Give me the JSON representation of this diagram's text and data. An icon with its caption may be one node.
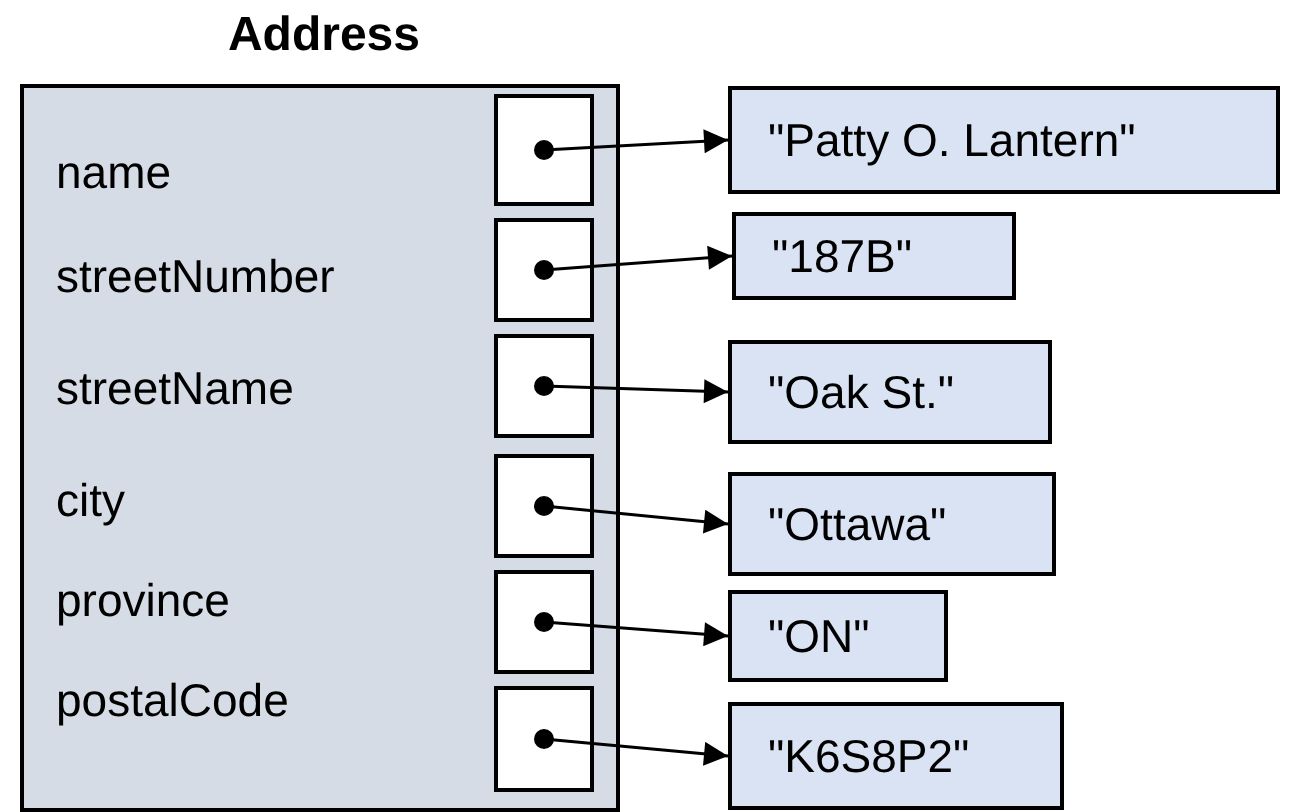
{
  "diagram": {
    "nodes": [
      {
        "text": [
          "Address"
        ]
      },
      {
        "text": [],
        "shape": "box",
        "in": 0
      },
      {
        "text": [],
        "shape": "box",
        "in": 0
      },
      {
        "text": [],
        "shape": "box",
        "in": 0
      },
      {
        "text": [],
        "shape": "box",
        "in": 0
      },
      {
        "text": [],
        "shape": "box",
        "in": 0
      },
      {
        "text": [],
        "shape": "box",
        "in": 0
      },
      {
        "text": [
          "\"Patty O. Lantern\""
        ]
      },
      {
        "text": [
          "\"187B\""
        ]
      },
      {
        "text": [
          "\"Oak St.\""
        ]
      },
      {
        "text": [
          "\"Ottawa\""
        ]
      },
      {
        "text": [
          "\"ON\""
        ]
      },
      {
        "text": [
          "\"K6S8P2\""
        ]
      }
    ],
    "edges": [
      {
        "from": 1,
        "to": 7,
        "arrow": "to"
      },
      {
        "from": 2,
        "to": 8,
        "arrow": "to"
      },
      {
        "from": 3,
        "to": 9,
        "arrow": "to"
      },
      {
        "from": 4,
        "to": 10,
        "arrow": "to"
      },
      {
        "from": 5,
        "to": 11,
        "arrow": "to"
      },
      {
        "from": 6,
        "to": 12,
        "arrow": "to"
      }
    ],
    "labels": [
      "name",
      "streetNumber",
      "streetName",
      "city",
      "province",
      "postalCode"
    ]
  }
}
